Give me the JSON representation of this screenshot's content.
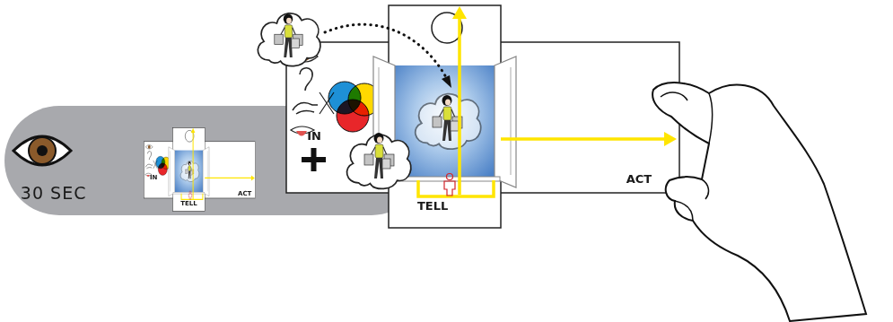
{
  "diagram": {
    "nodes": [
      {
        "text": [
          "30 SEC"
        ]
      },
      {
        "text": [
          "IN",
          "ACT",
          "TELL"
        ],
        "in": 0
      },
      {
        "text": [
          "IN",
          "ACT",
          "TELL"
        ]
      }
    ]
  }
}
